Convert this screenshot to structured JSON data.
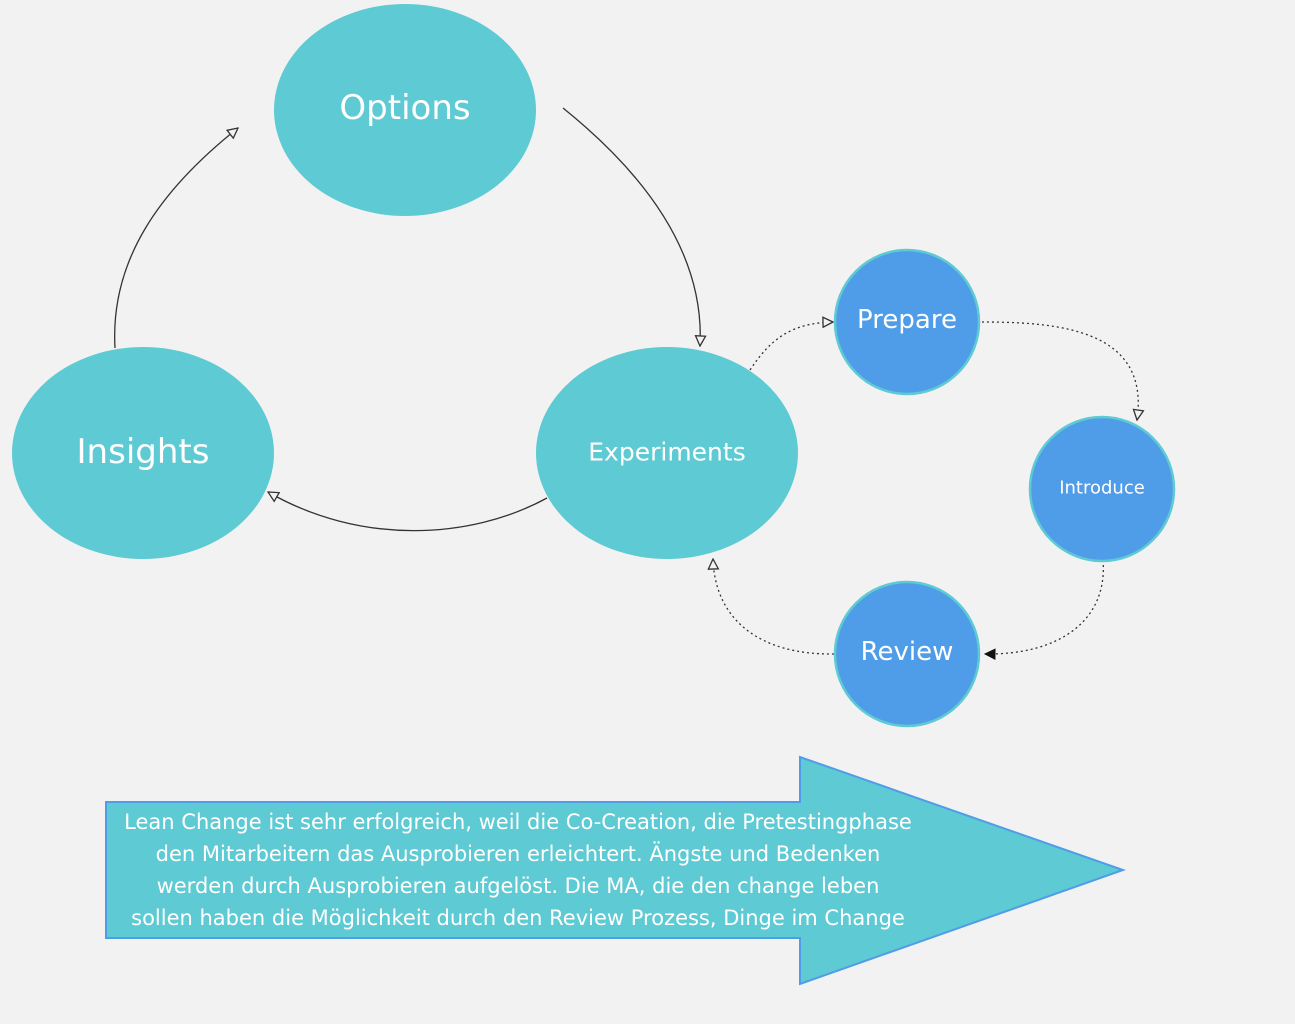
{
  "cycle": {
    "options": "Options",
    "experiments": "Experiments",
    "insights": "Insights"
  },
  "subcycle": {
    "prepare": "Prepare",
    "introduce": "Introduce",
    "review": "Review"
  },
  "arrow_note": "Lean Change ist sehr erfolgreich, weil die Co-Creation, die Pretestingphase\nden Mitarbeitern das Ausprobieren erleichtert. Ängste und Bedenken\nwerden durch Ausprobieren aufgelöst. Die MA, die den change leben\nsollen haben die Möglichkeit durch den Review Prozess, Dinge im Change",
  "colors": {
    "teal": "#5ecad3",
    "blue": "#4f9de8",
    "blue_border": "#5ecad3",
    "background": "#f2f2f2",
    "connector": "#333333",
    "arrow_border": "#4f9de8"
  }
}
